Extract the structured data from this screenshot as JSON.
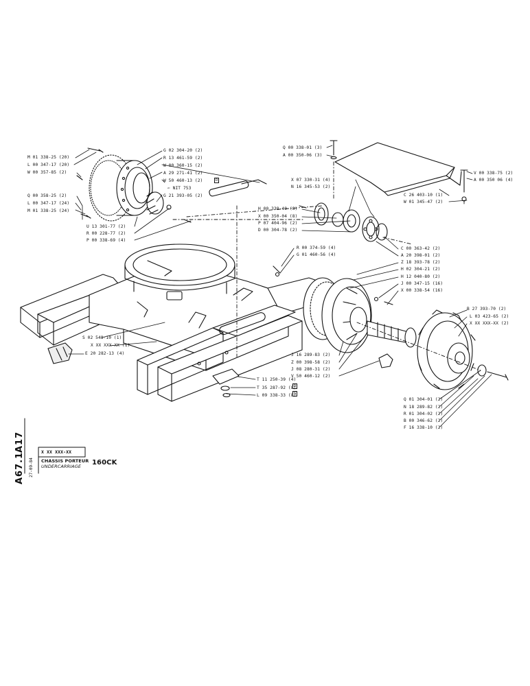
{
  "title_block": {
    "section_code": "A17",
    "page_code": "A67.1",
    "part_no": "X XX XXX-XX",
    "date": "27-09-84",
    "title_fr": "CHASSIS PORTEUR",
    "title_en": "UNDERCARRIAGE",
    "model": "160CK"
  },
  "callouts": {
    "nit": "NIT 753",
    "box_d": "D",
    "box_s": "S"
  },
  "labels": {
    "m01_338_25_20": "M 01 338-25 (20)",
    "l00_347_17_20": "L 00 347-17 (20)",
    "w00_357_85_2": "W 00 357-85 (2)",
    "q00_358_25_2": "Q 00 358-25 (2)",
    "l00_347_17_24": "L 00 347-17 (24)",
    "m01_338_25_24": "M 01 338-25 (24)",
    "g02_304_20_2": "G 02 304-20 (2)",
    "r13_461_59_2": "R 13 461-59 (2)",
    "w00_360_15_2": "W 00 360-15 (2)",
    "a29_271_41_2": "A 29 271-41 (2)",
    "w50_460_13_2": "W 50 460-13 (2)",
    "g21_393_05_2": "G 21 393-05 (2)",
    "u13_301_77_2": "U 13 301-77 (2)",
    "r00_228_77_2": "R 00 228-77 (2)",
    "p00_338_69_4": "P 00 338-69 (4)",
    "q00_338_01_3": "Q 00 338-01 (3)",
    "a00_350_06_3": "A 00 350-06 (3)",
    "v00_338_75_2": "V 00 338-75 (2)",
    "a00_350_06_4": "A 00 350 06 (4)",
    "x07_330_31_4": "X 07 330-31 (4)",
    "n16_345_53_2": "N 16 345-53 (2)",
    "c26_403_10_1": "C 26 403-10 (1)",
    "w01_345_47_2": "W 01 345-47 (2)",
    "h00_338_40_8": "H 00 338-40 (8)",
    "x00_350_04_8": "X 00 350-04 (8)",
    "p07_404_96_2": "P 07 404-96 (2)",
    "d00_304_78_2": "D 00 304-78 (2)",
    "r00_374_59_4": "R 00 374-59 (4)",
    "g01_460_56_4": "G 01 460-56 (4)",
    "c00_363_42_2": "C 00 363-42 (2)",
    "a20_398_01_2": "A 20 398-01 (2)",
    "z18_393_78_2": "Z 18 393-78 (2)",
    "h02_304_21_2": "H 02 304-21 (2)",
    "h12_040_80_2": "H 12 040-80 (2)",
    "j00_347_15_16": "J 00 347-15 (16)",
    "x00_338_54_16": "X 00 338-54 (16)",
    "b27_393_70_2": "B 27 393-70 (2)",
    "l03_423_65_2": "L 03 423-65 (2)",
    "xx_xxx_xx_2": "X XX XXX-XX (2)",
    "s02_548_10_1": "S 02 548-10 (1)",
    "xx_xxx_xx_1": "X XX XXX-XX (1)",
    "e20_282_13_4": "E 20 282-13 (4)",
    "j16_289_83_2": "J 16 289-83 (2)",
    "z00_398_58_2": "Z 00 398-58 (2)",
    "j08_280_31_2": "J 08 280-31 (2)",
    "v50_460_12_2": "V 50 460-12 (2)",
    "t11_250_39_4": "T 11 250-39 (4)",
    "t35_287_92_8": "T 35 287-92 (8)",
    "l09_338_33_8": "L 09 338-33 (8)",
    "q01_304_01_2": "Q 01 304-01 (2)",
    "n18_289_82_2": "N 18 289-82 (2)",
    "r01_304_02_2": "R 01 304-02 (2)",
    "b00_346_62_2": "B 00 346-62 (2)",
    "f16_338_10_2": "F 16 338-10 (2)"
  }
}
